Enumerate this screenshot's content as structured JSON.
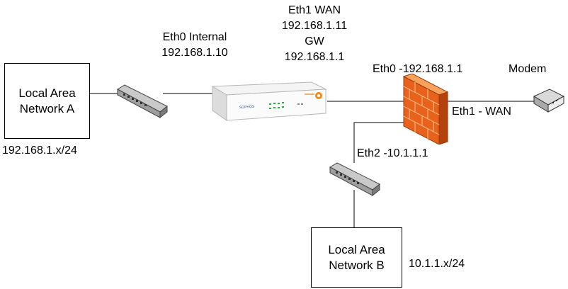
{
  "lan_a": {
    "label": "Local Area\nNetwork A",
    "subnet": "192.168.1.x/24"
  },
  "lan_b": {
    "label": "Local Area\nNetwork B",
    "subnet": "10.1.1.x/24"
  },
  "sophos": {
    "interface_label": "Eth0 Internal",
    "interface_ip": "192.168.1.10",
    "wan_lines": [
      "Eth1 WAN",
      "192.168.1.11",
      "GW",
      "192.168.1.1"
    ],
    "brand_text": "SOPHOS"
  },
  "firewall": {
    "eth0_label": "Eth0 -192.168.1.1",
    "eth1_label": "Eth1 - WAN",
    "eth2_label": "Eth2 -10.1.1.1",
    "color": "#e8621c"
  },
  "modem": {
    "label": "Modem"
  }
}
